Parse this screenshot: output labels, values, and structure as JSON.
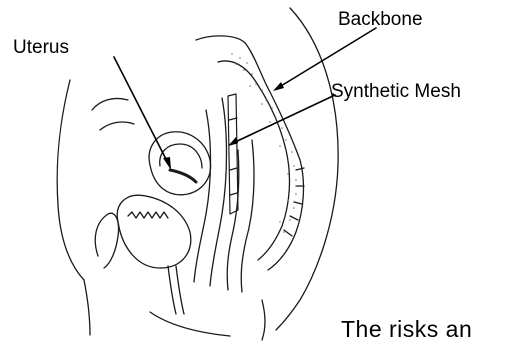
{
  "labels": {
    "uterus": "Uterus",
    "backbone": "Backbone",
    "synthetic_mesh": "Synthetic Mesh"
  },
  "caption": "The risks an"
}
